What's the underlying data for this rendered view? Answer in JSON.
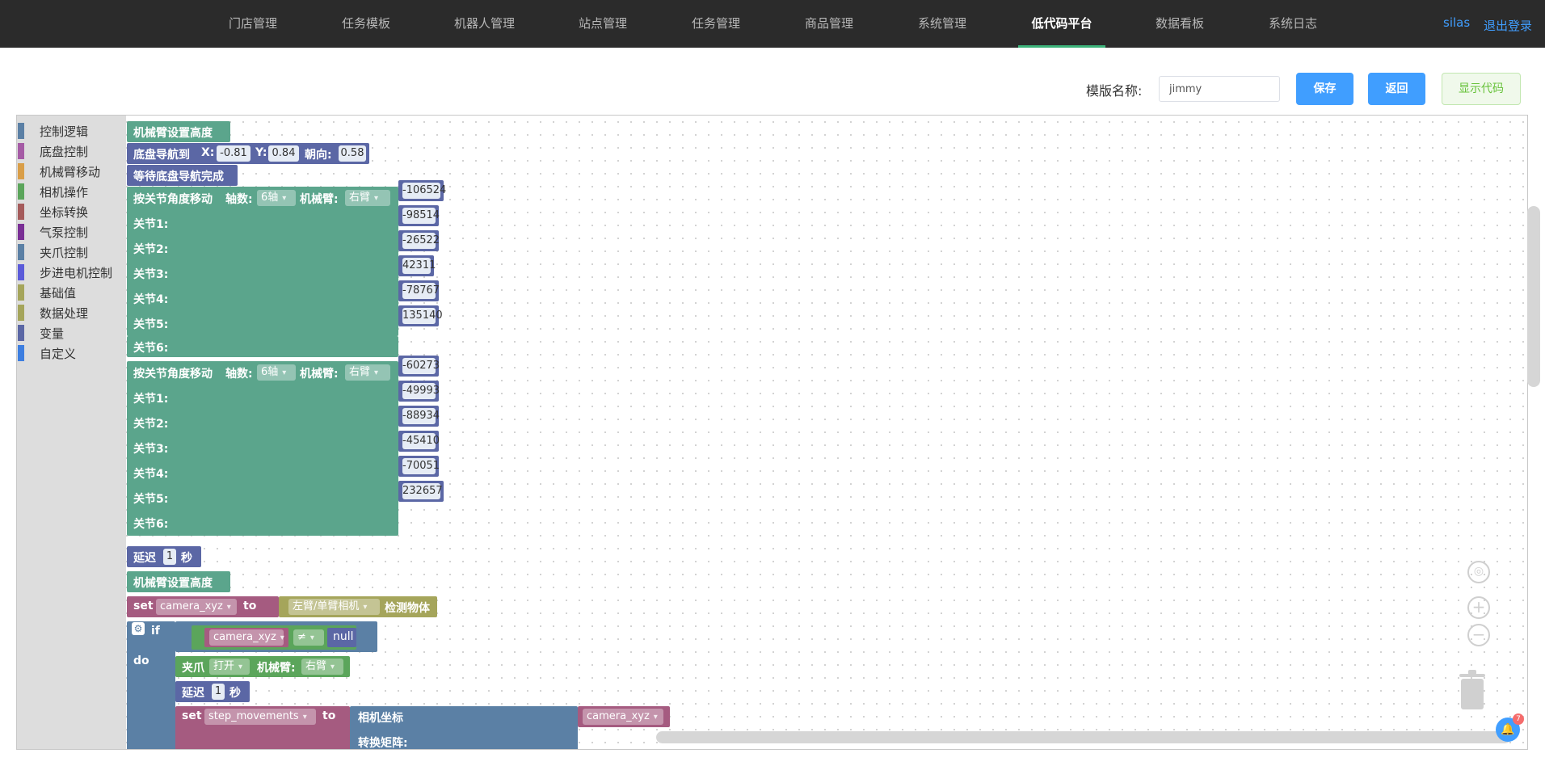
{
  "nav": {
    "items": [
      "门店管理",
      "任务模板",
      "机器人管理",
      "站点管理",
      "任务管理",
      "商品管理",
      "系统管理",
      "低代码平台",
      "数据看板",
      "系统日志"
    ],
    "active_index": 7,
    "user": "silas",
    "logout": "退出登录"
  },
  "template": {
    "label": "模版名称:",
    "name_value": "jimmy",
    "save": "保存",
    "back": "返回",
    "show_code": "显示代码"
  },
  "toolbox": {
    "items": [
      {
        "label": "控制逻辑",
        "color": "#5b80a5"
      },
      {
        "label": "底盘控制",
        "color": "#a55ba5"
      },
      {
        "label": "机械臂移动",
        "color": "#d99e48"
      },
      {
        "label": "相机操作",
        "color": "#5ba55b"
      },
      {
        "label": "坐标转换",
        "color": "#a55b5b"
      },
      {
        "label": "气泵控制",
        "color": "#7a2f95"
      },
      {
        "label": "夹爪控制",
        "color": "#5b80a5"
      },
      {
        "label": "步进电机控制",
        "color": "#5b5bd9"
      },
      {
        "label": "基础值",
        "color": "#a5a55b"
      },
      {
        "label": "数据处理",
        "color": "#a5a55b"
      },
      {
        "label": "变量",
        "color": "#5b67a5"
      },
      {
        "label": "自定义",
        "color": "#3d7ee0"
      }
    ]
  },
  "blocks": {
    "arm_height": "机械臂设置高度",
    "nav_to": "底盘导航到",
    "x_label": "X:",
    "x_value": "-0.81",
    "y_label": "Y:",
    "y_value": "0.84",
    "heading_label": "朝向:",
    "heading_value": "0.58",
    "wait_nav": "等待底盘导航完成",
    "joint_move": "按关节角度移动",
    "axis_label": "轴数:",
    "axis_value": "6轴",
    "arm_label": "机械臂:",
    "arm_value": "右臂",
    "joint_labels": [
      "关节1:",
      "关节2:",
      "关节3:",
      "关节4:",
      "关节5:",
      "关节6:"
    ],
    "joints_a": [
      "-106524",
      "-98514",
      "-26522",
      "42311",
      "-78767",
      "135140"
    ],
    "joints_b": [
      "-60273",
      "-49993",
      "-88934",
      "-45410",
      "-70051",
      "232657"
    ],
    "delay": "延迟",
    "delay_value": "1",
    "seconds": "秒",
    "set": "set",
    "to": "to",
    "var_camera": "camera_xyz",
    "camera_select": "左臂/单臂相机",
    "detect": "检测物体",
    "if": "if",
    "neq": "≠",
    "null": "null",
    "do": "do",
    "gripper": "夹爪",
    "gripper_value": "打开",
    "var_step": "step_movements",
    "camera_coord": "相机坐标",
    "transform_matrix": "转换矩阵:"
  },
  "notifications": {
    "count": "7"
  }
}
